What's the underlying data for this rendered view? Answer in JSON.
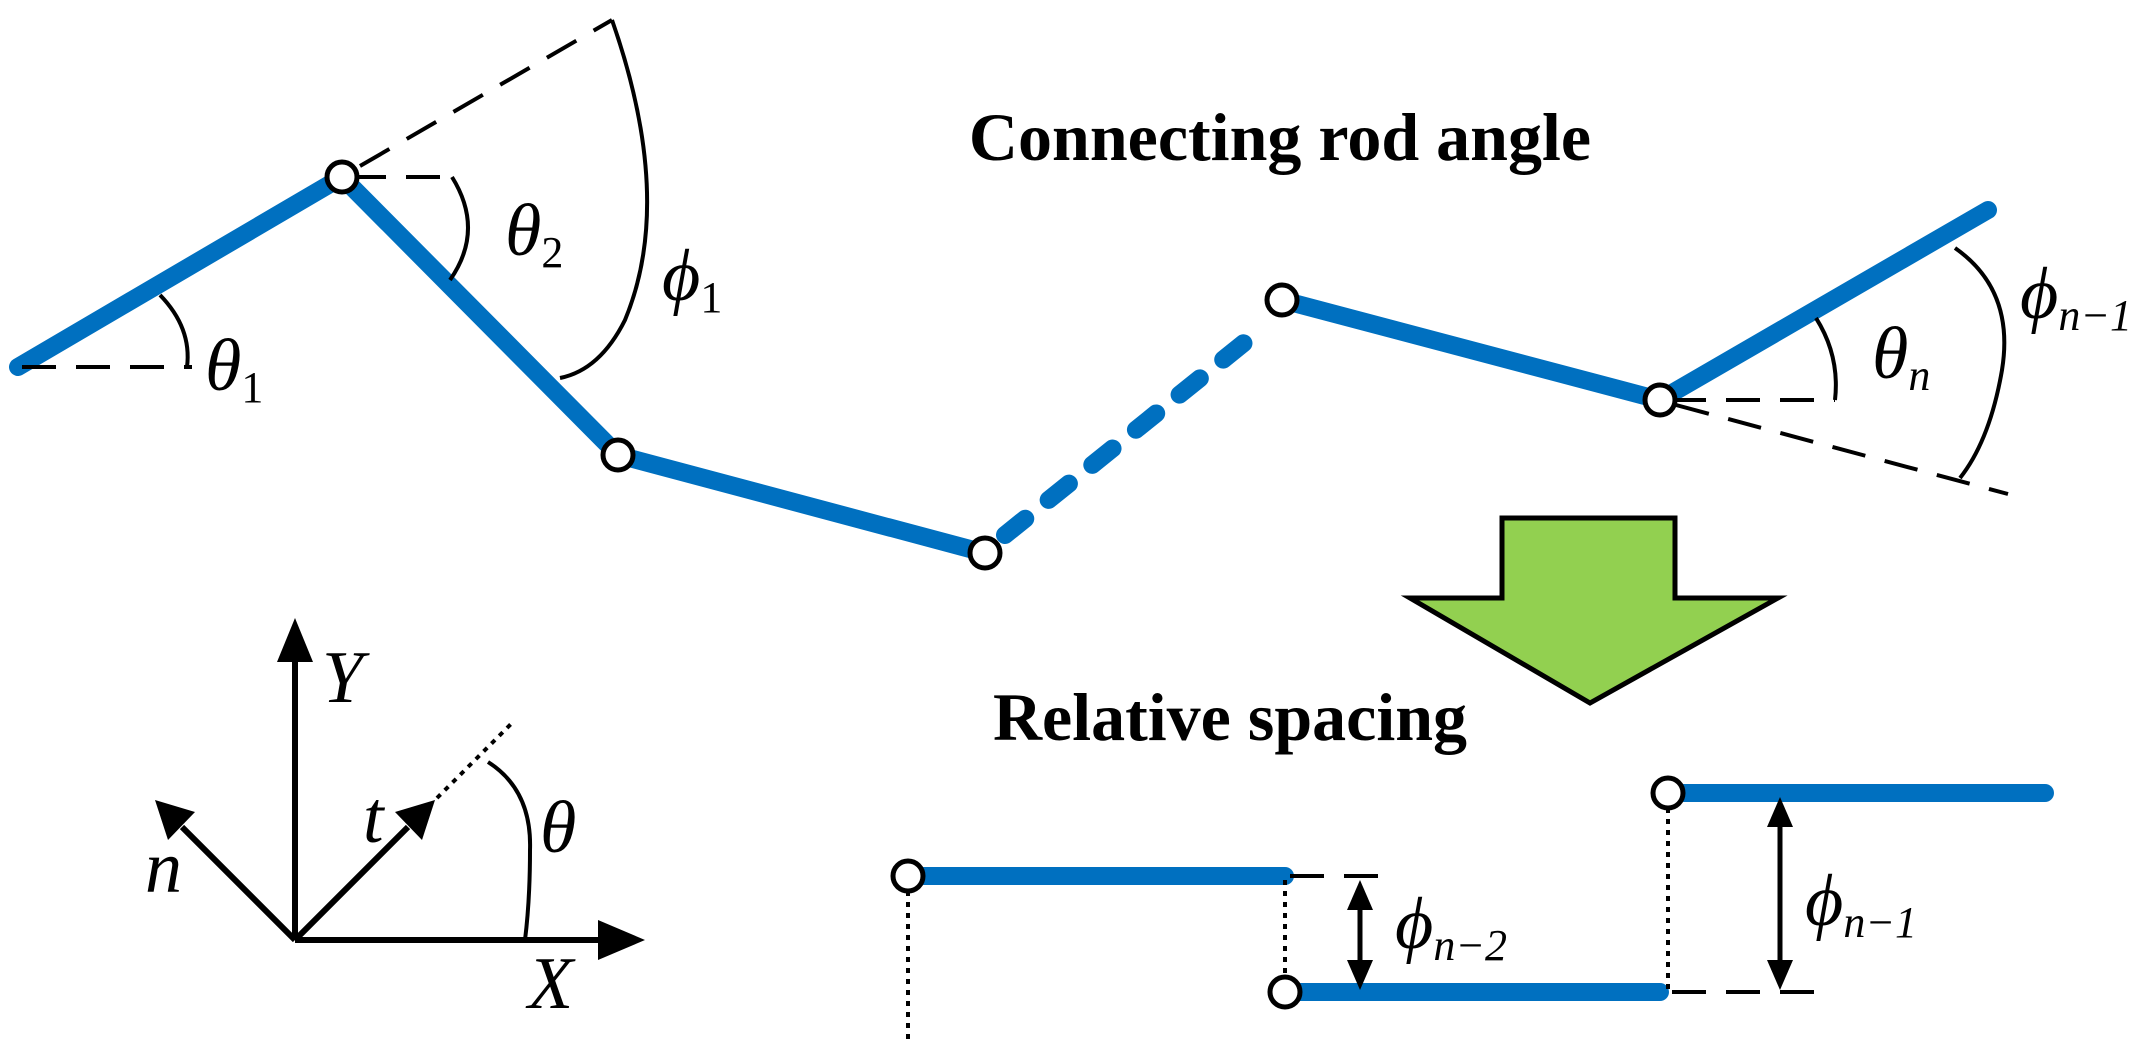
{
  "titles": {
    "top": "Connecting rod angle",
    "bottom": "Relative spacing"
  },
  "angles": {
    "theta": "θ",
    "phi": "ϕ",
    "sub_1": "1",
    "sub_2": "2",
    "sub_n": "n",
    "sub_n_minus_1": "n−1",
    "sub_n_minus_2": "n−2"
  },
  "axes": {
    "x": "X",
    "y": "Y",
    "n": "n",
    "t": "t",
    "theta": "θ"
  },
  "colors": {
    "rod": "#0070C0",
    "arrow_fill": "#92D050"
  }
}
